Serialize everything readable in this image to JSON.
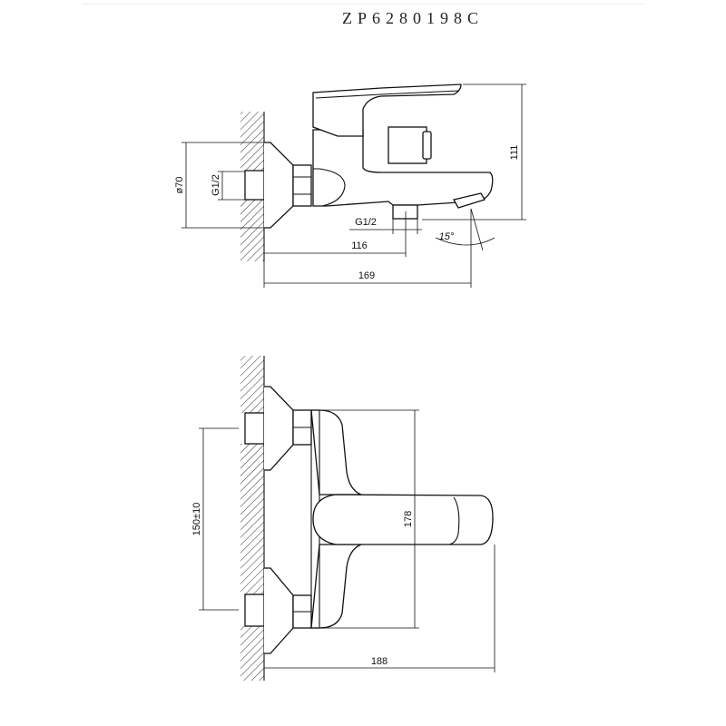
{
  "title": "ZP6280198C",
  "side_view": {
    "dim_height": "111",
    "dim_escutcheon_diameter": "ø70",
    "dim_inlet_thread": "G1/2",
    "dim_outlet_thread": "G1/2",
    "dim_outlet_distance": "116",
    "dim_spout_reach": "169",
    "dim_angle": "15°"
  },
  "top_view": {
    "dim_inlet_spacing": "150±10",
    "dim_body_width": "178",
    "dim_total_depth": "188"
  }
}
